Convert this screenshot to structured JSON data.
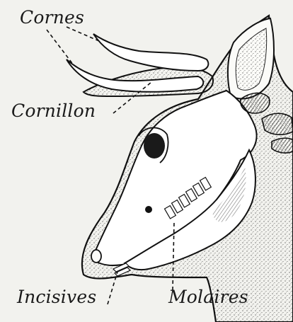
{
  "labels": {
    "cornes": "Cornes",
    "cornillon": "Cornillon",
    "incisives": "Incisives",
    "molaires": "Molaires"
  },
  "colors": {
    "paper": "#f2f2ee",
    "ink": "#1a1a1a",
    "bone": "#ffffff"
  }
}
